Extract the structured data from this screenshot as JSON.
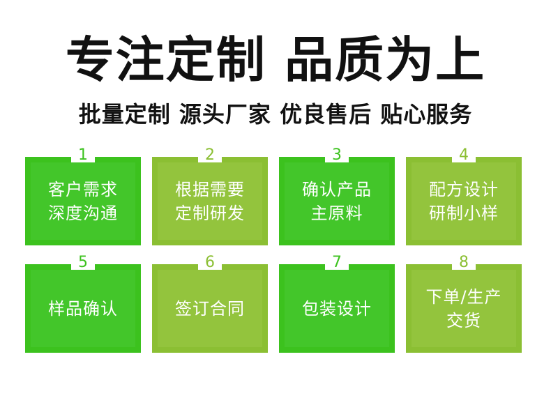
{
  "header": {
    "title": "专注定制 品质为上",
    "subtitle": "批量定制 源头厂家 优良售后 贴心服务"
  },
  "steps": [
    {
      "number": "1",
      "label": "客户需求\n深度沟通"
    },
    {
      "number": "2",
      "label": "根据需要\n定制研发"
    },
    {
      "number": "3",
      "label": "确认产品\n主原料"
    },
    {
      "number": "4",
      "label": "配方设计\n研制小样"
    },
    {
      "number": "5",
      "label": "样品确认"
    },
    {
      "number": "6",
      "label": "签订合同"
    },
    {
      "number": "7",
      "label": "包装设计"
    },
    {
      "number": "8",
      "label": "下单/生产\n交货"
    }
  ],
  "colors": {
    "green": "#3cc21e",
    "olive": "#8bbf33",
    "text_dark": "#111111"
  }
}
